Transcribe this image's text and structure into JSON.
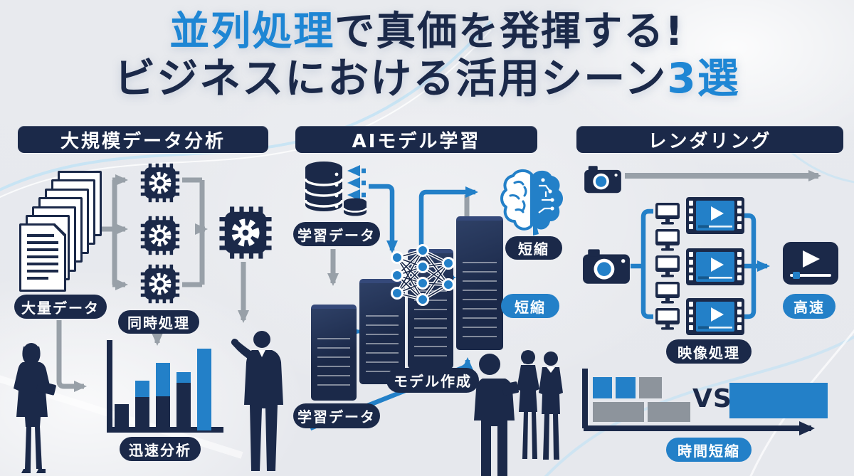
{
  "colors": {
    "navy": "#1b2949",
    "blue": "#2380c8",
    "blue_bright": "#1e86d4",
    "gray_arrow": "#98a0a8",
    "gray_block": "#8d949c",
    "background": "#e9ebef",
    "white": "#ffffff"
  },
  "title": {
    "line1_accent": "並列処理",
    "line1_rest": "で真価を発揮する!",
    "line2_main": "ビジネスにおける活用シーン",
    "line2_accent": "3選"
  },
  "icons": {
    "document-stack-icon": "stacked paper sheets",
    "cpu-chip-icon": "microchip with gear",
    "processor-chip-icon": "large microchip with solid gear",
    "database-icon": "stacked database cylinders",
    "neural-network-icon": "connected nodes graph",
    "server-tower-icon": "rack server tower",
    "ai-brain-icon": "half outline / half circuit brain",
    "camera-icon": "photo camera",
    "monitor-icon": "desktop monitor",
    "film-strip-icon": "film strip with play button",
    "video-player-icon": "video player with play button",
    "bar-chart-icon": "rising bar chart",
    "person-silhouette-icon": "business person silhouette"
  },
  "sections": [
    {
      "id": "data-analysis",
      "header": "大規模データ分析",
      "labels": {
        "input": "大量データ",
        "process": "同時処理",
        "result": "迅速分析"
      },
      "chart": {
        "type": "bar",
        "description": "rising analysis speed bars, navy base with blue top, last bar all blue",
        "bars": [
          {
            "total": 37,
            "blue": 0
          },
          {
            "total": 70,
            "blue": 23
          },
          {
            "total": 95,
            "blue": 47
          },
          {
            "total": 82,
            "blue": 15
          },
          {
            "total": 115,
            "blue": 115
          }
        ]
      }
    },
    {
      "id": "ai-model-training",
      "header": "AIモデル学習",
      "labels": {
        "training_data_top": "学習データ",
        "shorten_navy": "短縮",
        "shorten_blue": "短縮",
        "model_creation": "モデル作成",
        "training_data_bottom": "学習データ"
      }
    },
    {
      "id": "rendering",
      "header": "レンダリング",
      "labels": {
        "high_speed": "高速",
        "video_processing": "映像処理",
        "versus": "VS",
        "time_reduction": "時間短縮"
      },
      "time_comparison": {
        "type": "table",
        "description": "parallel small blocks vs one long serial block on a time axis",
        "parallel_top_blocks": [
          {
            "w": 27,
            "color": "blue"
          },
          {
            "w": 28,
            "color": "blue"
          },
          {
            "w": 32,
            "color": "gray"
          }
        ],
        "parallel_bottom_blocks": [
          {
            "w": 72,
            "color": "gray"
          },
          {
            "w": 60,
            "color": "gray"
          }
        ],
        "serial_block": {
          "w": 138,
          "color": "blue"
        }
      }
    }
  ]
}
